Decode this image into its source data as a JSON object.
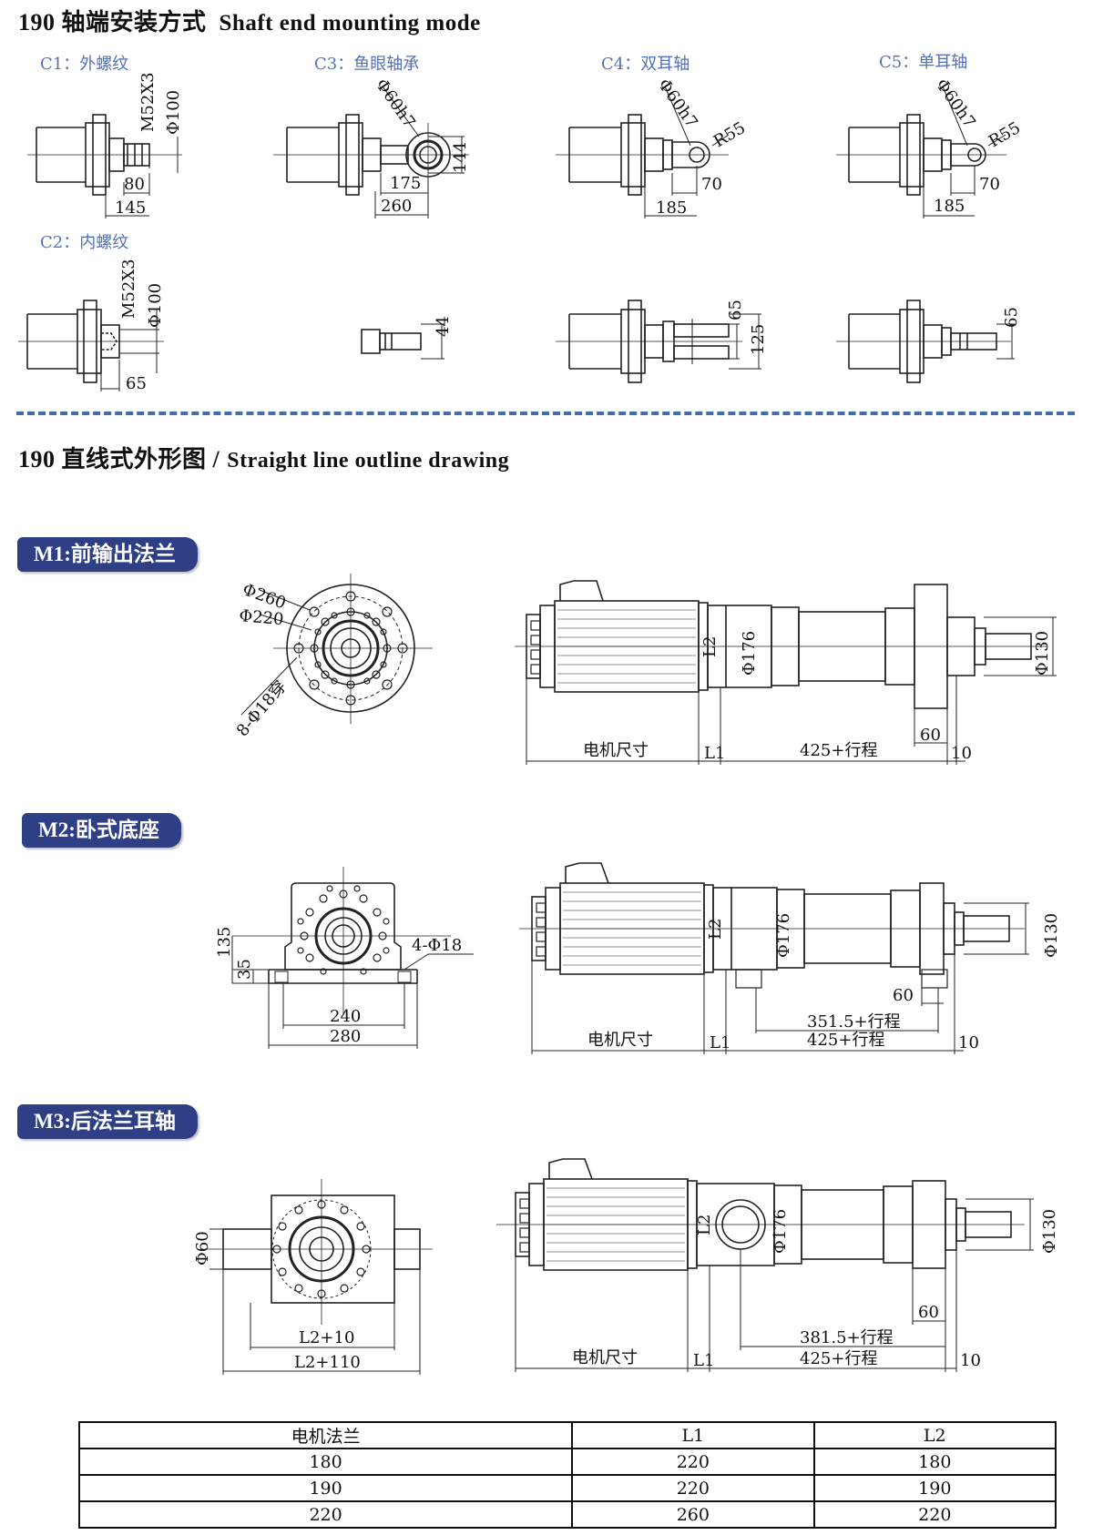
{
  "sections": {
    "shaft_end": {
      "title_cn": "190 轴端安装方式",
      "title_en": "Shaft end mounting mode"
    },
    "outline": {
      "title_cn": "190 直线式外形图 /",
      "title_en": "Straight line outline drawing"
    }
  },
  "shaft_variants": {
    "c1": {
      "label": "C1：外螺纹",
      "thread": "M52X3",
      "dia": "Φ100",
      "d1": "80",
      "d2": "145"
    },
    "c3": {
      "label": "C3：鱼眼轴承",
      "bore": "Φ60h7",
      "h": "144",
      "d1": "175",
      "d2": "260"
    },
    "c4": {
      "label": "C4：双耳轴",
      "bore": "Φ60h7",
      "r": "R55",
      "d1": "70",
      "d2": "185"
    },
    "c5": {
      "label": "C5：单耳轴",
      "bore": "Φ60h7",
      "r": "R55",
      "d1": "70",
      "d2": "185"
    },
    "c2": {
      "label": "C2：内螺纹",
      "thread": "M52X3",
      "dia": "Φ100",
      "d1": "65"
    },
    "c3b": {
      "h": "44"
    },
    "c4b": {
      "h1": "65",
      "h2": "125"
    },
    "c5b": {
      "h": "65"
    }
  },
  "mounts": {
    "m1": {
      "badge": "M1:前输出法兰",
      "d_outer": "Φ260",
      "d_inner": "Φ220",
      "holes": "8-Φ18穿",
      "l2": "L2",
      "d176": "Φ176",
      "d130": "Φ130",
      "motor": "电机尺寸",
      "l1": "L1",
      "stroke": "425+行程",
      "d60": "60",
      "d10": "10"
    },
    "m2": {
      "badge": "M2:卧式底座",
      "h135": "135",
      "h35": "35",
      "holes": "4-Φ18",
      "w240": "240",
      "w280": "280",
      "l2": "L2",
      "d176": "Φ176",
      "d130": "Φ130",
      "motor": "电机尺寸",
      "l1": "L1",
      "stroke1": "351.5+行程",
      "stroke2": "425+行程",
      "d60": "60",
      "d10": "10"
    },
    "m3": {
      "badge": "M3:后法兰耳轴",
      "d60v": "Φ60",
      "w1": "L2+10",
      "w2": "L2+110",
      "l2": "L2",
      "d176": "Φ176",
      "d130": "Φ130",
      "motor": "电机尺寸",
      "l1": "L1",
      "stroke1": "381.5+行程",
      "stroke2": "425+行程",
      "d60": "60",
      "d10": "10"
    }
  },
  "table": {
    "headers": [
      "电机法兰",
      "L1",
      "L2"
    ],
    "rows": [
      [
        "180",
        "220",
        "180"
      ],
      [
        "190",
        "220",
        "190"
      ],
      [
        "220",
        "260",
        "220"
      ]
    ]
  }
}
